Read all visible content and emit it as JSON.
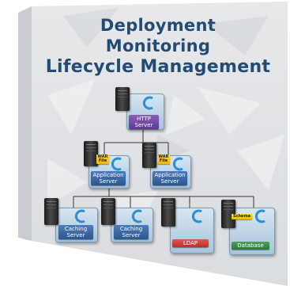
{
  "title": {
    "line1": "Deployment",
    "line2": "Monitoring",
    "line3": "Lifecycle Management"
  },
  "nodes": {
    "http_server": {
      "label": "HTTP\nServer",
      "icon": "server-icon"
    },
    "app_server_1": {
      "label": "Application\nServer",
      "tag": "WAR\nFile"
    },
    "app_server_2": {
      "label": "Application\nServer",
      "tag": "WAR\nFile"
    },
    "caching_server_1": {
      "label": "Caching\nServer"
    },
    "caching_server_2": {
      "label": "Caching\nServer"
    },
    "ldap": {
      "label": "LDAP"
    },
    "database": {
      "label": "Database",
      "tag": "Schema"
    }
  },
  "colors": {
    "title": "#234b73",
    "node_box": "#c3d8ea",
    "label_blue": "#2c5791",
    "label_purple": "#5f3a8d",
    "label_red": "#b8302a",
    "label_green": "#2c7a3b",
    "tag_yellow": "#f2b705"
  }
}
